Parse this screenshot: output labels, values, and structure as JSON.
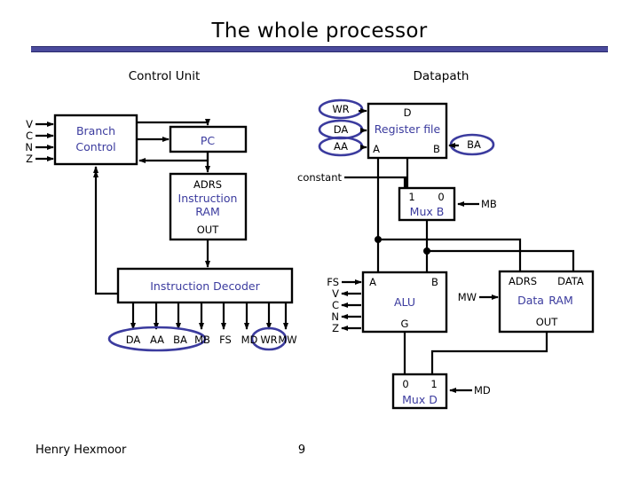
{
  "slide": {
    "title": "The whole processor",
    "accent_color": "#4a4a9c",
    "label_blue": "#3b3b9e",
    "footer": {
      "author": "Henry Hexmoor",
      "page_number": "9"
    }
  },
  "sections": {
    "control_unit": "Control Unit",
    "datapath": "Datapath"
  },
  "control_unit": {
    "flag_inputs": [
      "V",
      "C",
      "N",
      "Z"
    ],
    "branch_control": {
      "line1": "Branch",
      "line2": "Control"
    },
    "pc": "PC",
    "instruction_ram": {
      "address_port": "ADRS",
      "name_line1": "Instruction",
      "name_line2": "RAM",
      "out_port": "OUT"
    },
    "instruction_decoder": "Instruction Decoder",
    "decoder_outputs": [
      "DA",
      "AA",
      "BA",
      "MB",
      "FS",
      "MD",
      "WR",
      "MW"
    ],
    "highlighted_outputs": [
      "DA",
      "AA",
      "BA",
      "WR"
    ]
  },
  "datapath": {
    "register_file": {
      "name": "Register file",
      "d_port": "D",
      "a_port": "A",
      "b_port": "B",
      "control_bubbles": [
        "WR",
        "DA",
        "AA"
      ],
      "b_bubble": "BA"
    },
    "constant_label": "constant",
    "mux_b": {
      "name": "Mux B",
      "input_1": "1",
      "input_0": "0",
      "select": "MB"
    },
    "alu": {
      "name": "ALU",
      "a_port": "A",
      "b_port": "B",
      "g_port": "G",
      "inputs": [
        "FS",
        "V",
        "C",
        "N",
        "Z"
      ]
    },
    "data_ram": {
      "name_line1": "Data",
      "name_line2": "RAM",
      "address_port": "ADRS",
      "data_port": "DATA",
      "out_port": "OUT",
      "write_select": "MW"
    },
    "mux_d": {
      "name": "Mux D",
      "input_0": "0",
      "input_1": "1",
      "select": "MD"
    }
  }
}
